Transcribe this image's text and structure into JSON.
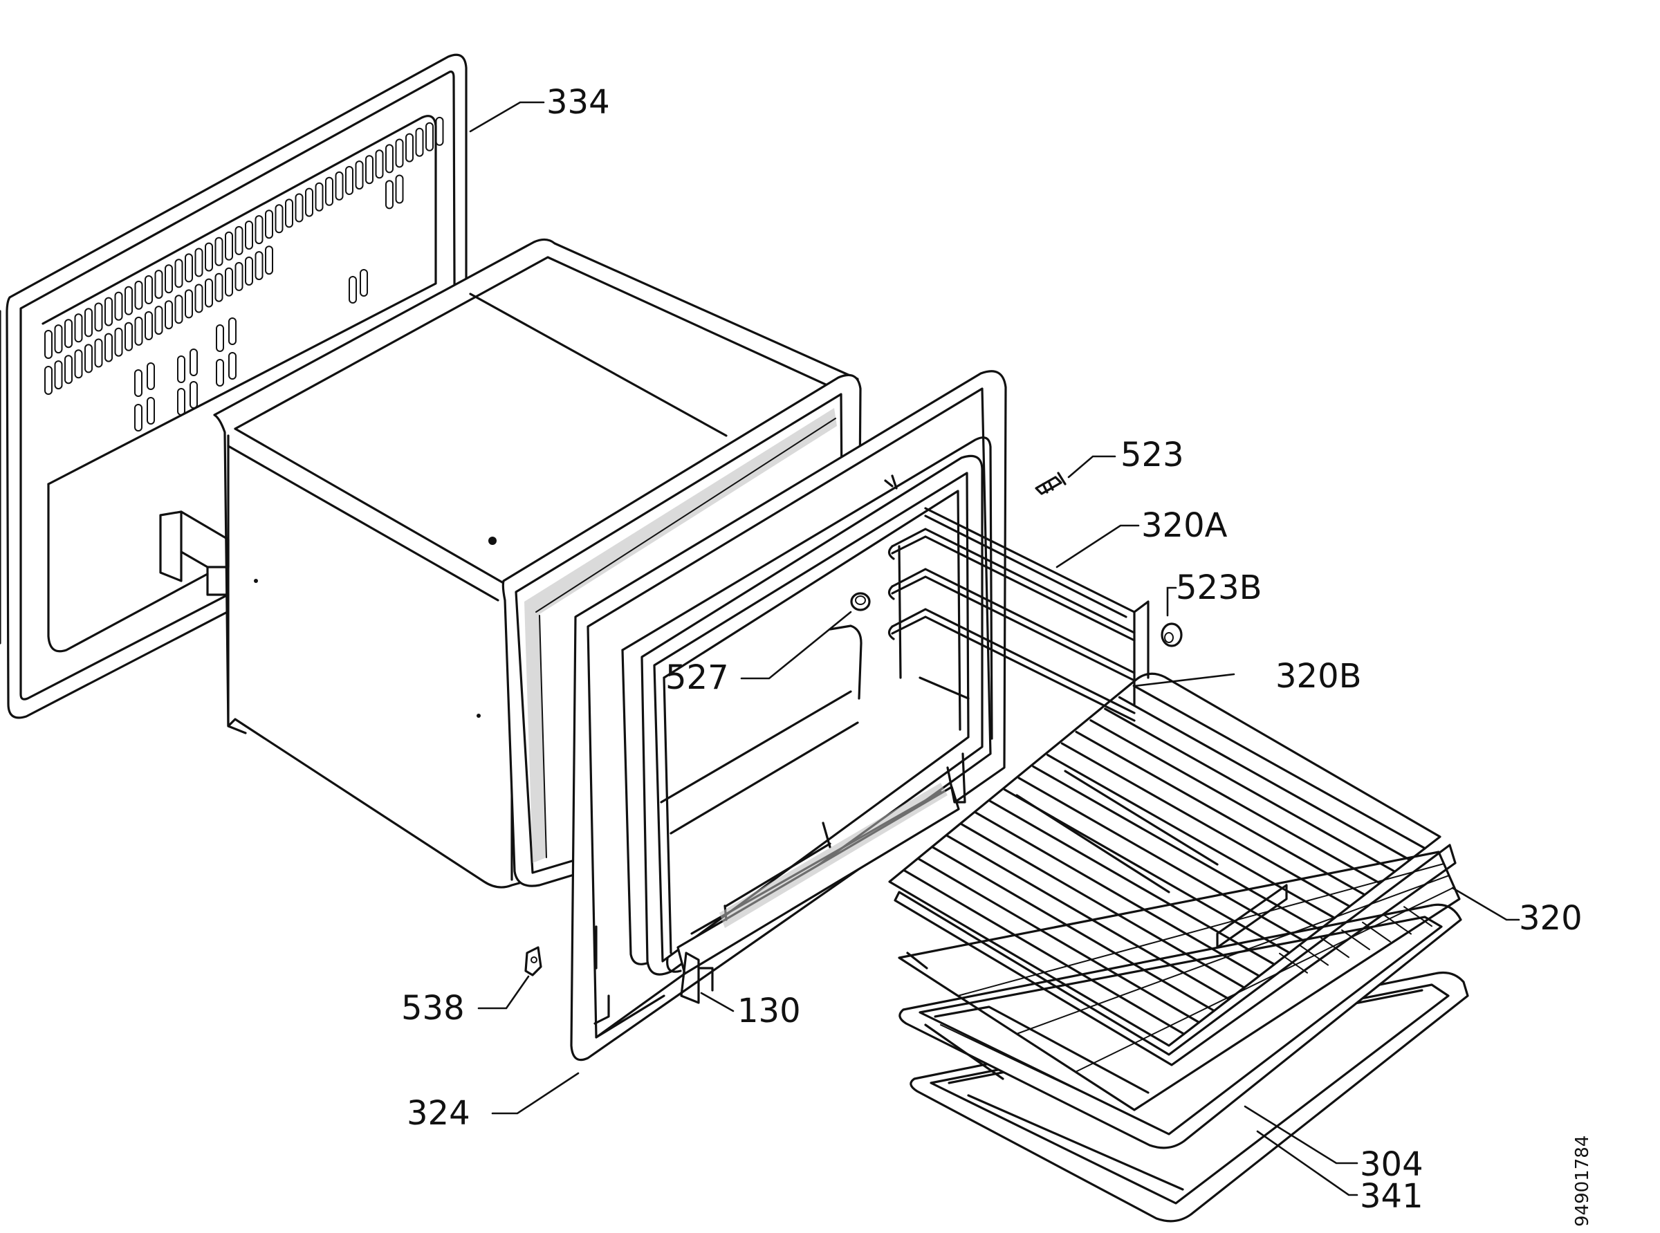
{
  "callouts": {
    "c334": "334",
    "c523": "523",
    "c320A": "320A",
    "c523B": "523B",
    "c320B": "320B",
    "c527": "527",
    "c320": "320",
    "c538": "538",
    "c130": "130",
    "c324": "324",
    "c304": "304",
    "c341": "341"
  },
  "document_number": "94901784"
}
